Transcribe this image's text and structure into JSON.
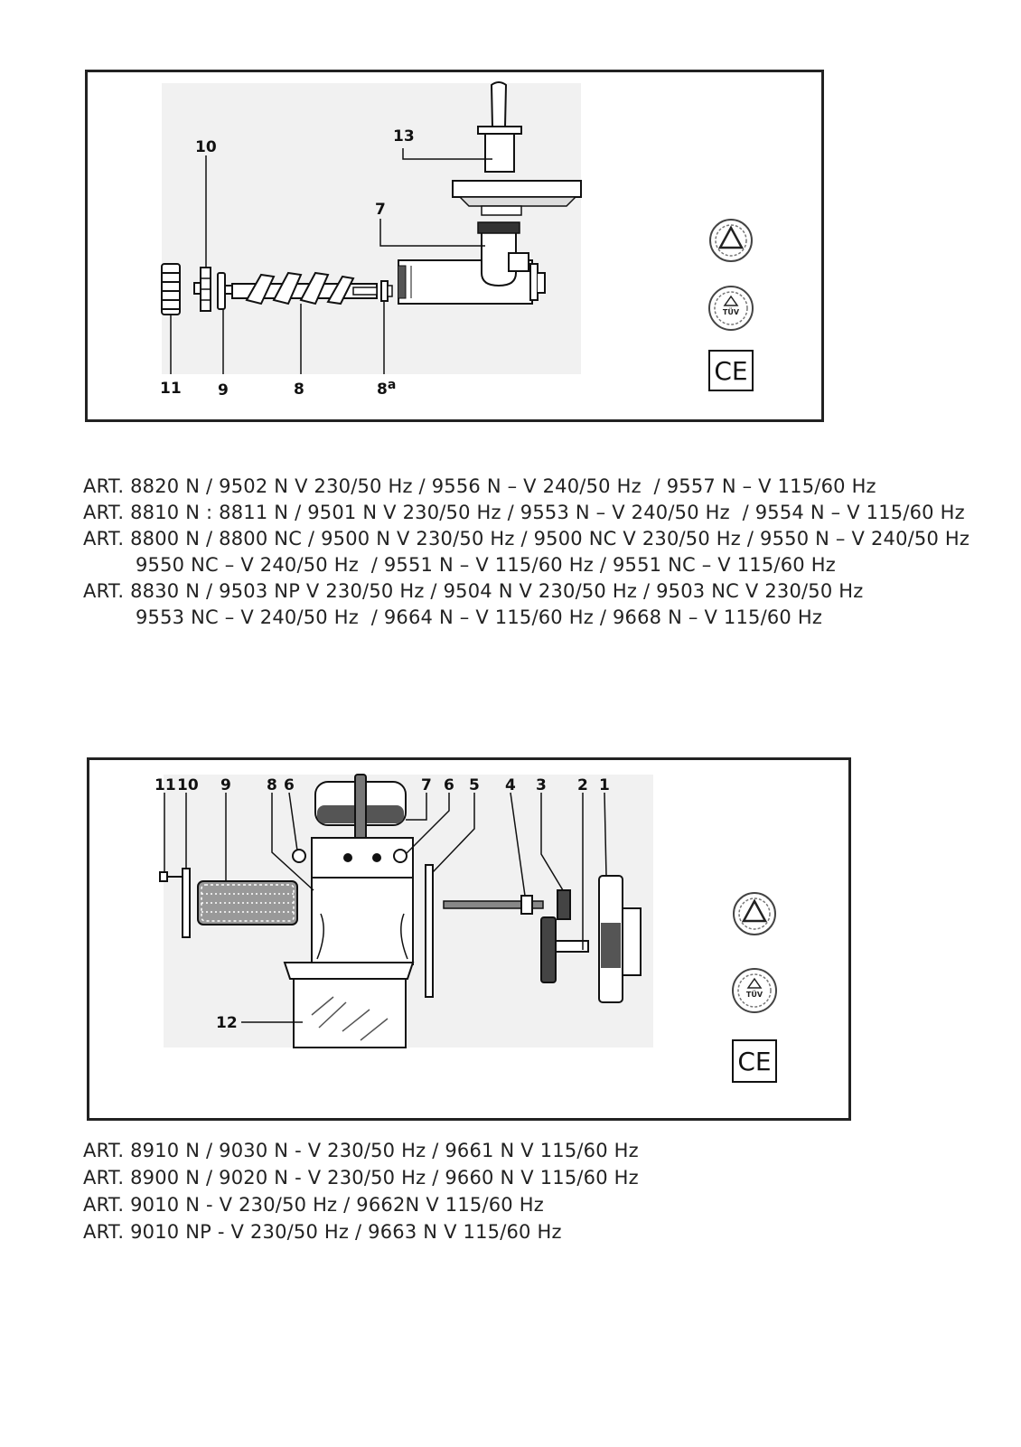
{
  "figure1": {
    "callouts": {
      "c10": "10",
      "c13": "13",
      "c7": "7",
      "c11": "11",
      "c9": "9",
      "c8": "8",
      "c8a": "8",
      "c8a_sup": "a"
    },
    "marks": {
      "ce": "CE",
      "tuv": "TÜV"
    }
  },
  "text1": {
    "lines": [
      "ART. 8820 N / 9502 N V 230/50 Hz / 9556 N – V 240/50 Hz  / 9557 N – V 115/60 Hz",
      "ART. 8810 N : 8811 N / 9501 N V 230/50 Hz / 9553 N – V 240/50 Hz  / 9554 N – V 115/60 Hz",
      "ART. 8800 N / 8800 NC / 9500 N V 230/50 Hz / 9500 NC V 230/50 Hz / 9550 N – V 240/50 Hz",
      "9550 NC – V 240/50 Hz  / 9551 N – V 115/60 Hz / 9551 NC – V 115/60 Hz",
      "ART. 8830 N / 9503 NP V 230/50 Hz / 9504 N V 230/50 Hz / 9503 NC V 230/50 Hz",
      "9553 NC – V 240/50 Hz  / 9664 N – V 115/60 Hz / 9668 N – V 115/60 Hz"
    ]
  },
  "figure2": {
    "callouts": {
      "c11": "11",
      "c10": "10",
      "c9": "9",
      "c8": "8",
      "c6a": "6",
      "c7": "7",
      "c6b": "6",
      "c5": "5",
      "c4": "4",
      "c3": "3",
      "c2": "2",
      "c1": "1",
      "c12": "12"
    },
    "marks": {
      "ce": "CE",
      "tuv": "TÜV"
    }
  },
  "text2": {
    "lines": [
      "ART. 8910 N / 9030 N - V 230/50 Hz / 9661 N V 115/60 Hz",
      "ART. 8900 N / 9020 N - V 230/50 Hz / 9660 N V 115/60 Hz",
      "ART. 9010 N - V 230/50 Hz / 9662N V 115/60 Hz",
      "ART. 9010 NP - V 230/50 Hz / 9663 N V 115/60 Hz"
    ]
  }
}
